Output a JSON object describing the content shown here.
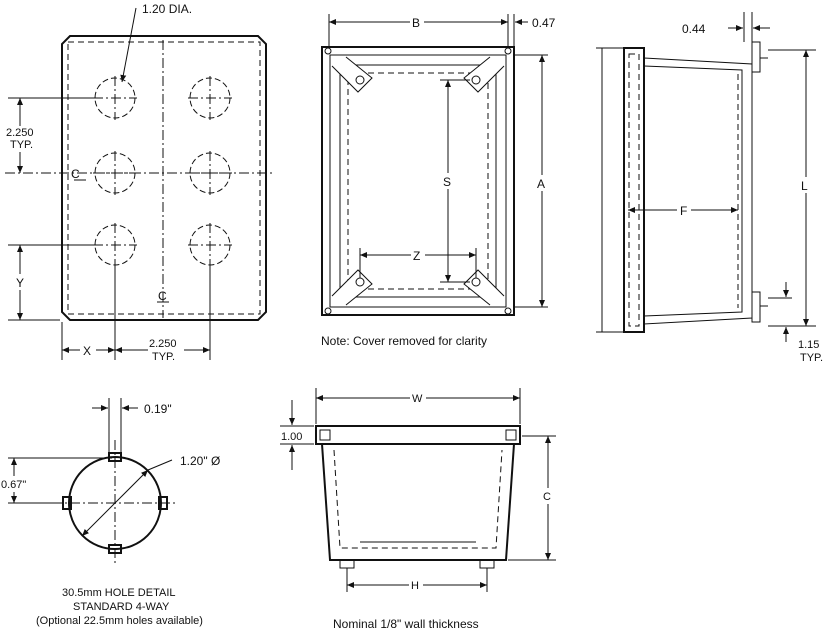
{
  "front_view": {
    "hole_dia": "1.20 DIA.",
    "spacing_v": "2.250",
    "spacing_v_typ": "TYP.",
    "centerline_h": "C",
    "centerline_v": "C",
    "dim_y": "Y",
    "dim_x": "X",
    "spacing_h": "2.250",
    "spacing_h_typ": "TYP."
  },
  "box_view": {
    "dim_b": "B",
    "dim_047": "0.47",
    "dim_a": "A",
    "dim_s": "S",
    "dim_z": "Z",
    "note": "Note: Cover removed for clarity"
  },
  "side_view": {
    "dim_044": "0.44",
    "dim_f": "F",
    "dim_l": "L",
    "dim_115": "1.15",
    "dim_115_typ": "TYP."
  },
  "hole_detail": {
    "dim_019": "0.19\"",
    "dim_120": "1.20\" Ø",
    "dim_067": "0.67\"",
    "caption_1": "30.5mm HOLE DETAIL",
    "caption_2": "STANDARD 4-WAY",
    "caption_3": "(Optional 22.5mm holes available)"
  },
  "section_view": {
    "dim_w": "W",
    "dim_100": "1.00",
    "dim_c": "C",
    "dim_h": "H",
    "note": "Nominal 1/8\" wall thickness"
  }
}
